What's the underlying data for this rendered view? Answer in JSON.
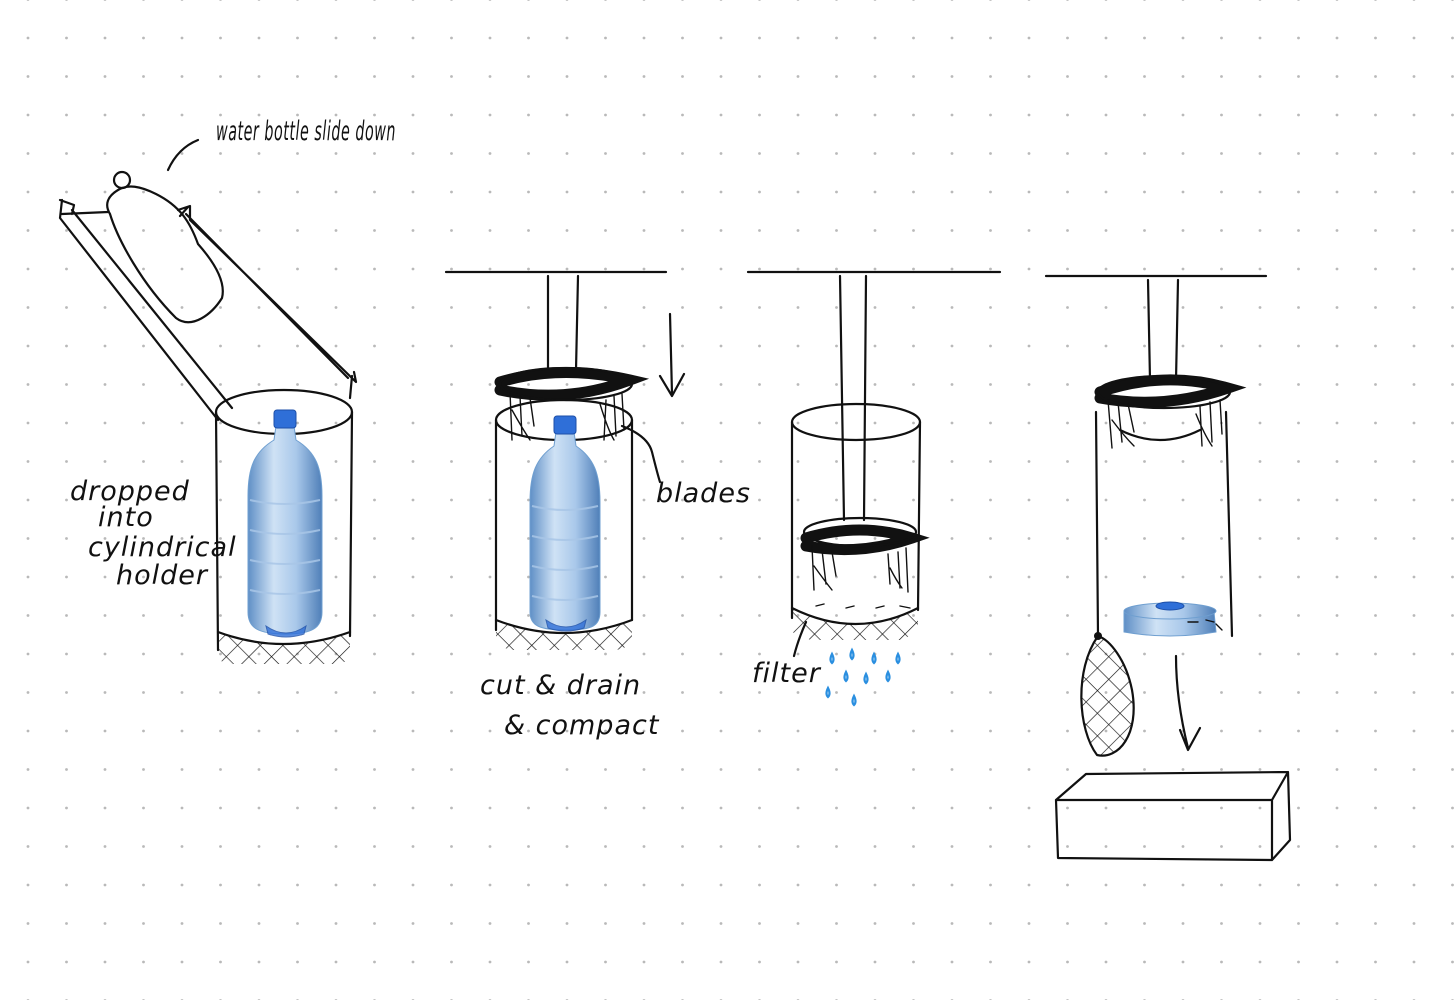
{
  "colors": {
    "ink": "#111111",
    "grid_dot": "#b9b9b9",
    "bottle_blue": "#2f6fd8",
    "water_drop": "#2a8fe0"
  },
  "labels": {
    "bottle_slide": "water bottle slide down",
    "dropped": [
      "dropped",
      "into",
      "cylindrical",
      "holder"
    ],
    "blades": "blades",
    "cut_drain": [
      "cut & drain",
      "& compact"
    ],
    "filter": "filter"
  },
  "icons": [
    "bottle-image",
    "arrow-down-icon",
    "water-drop-icon"
  ]
}
